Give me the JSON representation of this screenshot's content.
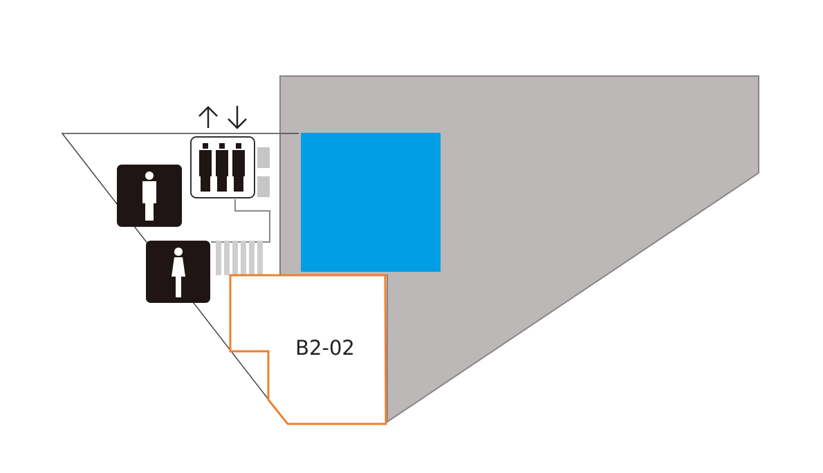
{
  "map": {
    "floor_area_color": "#bcb8b7",
    "highlight_color": "#009fe3",
    "selected_outline_color": "#ee7f2d",
    "units": [
      {
        "id": "B2-02",
        "label": "B2-02",
        "selected": true
      }
    ],
    "facilities": [
      {
        "name": "elevator",
        "icon": "elevator-icon",
        "arrows": [
          "up-arrow",
          "down-arrow"
        ]
      },
      {
        "name": "mens-restroom",
        "icon": "male-restroom-icon"
      },
      {
        "name": "womens-restroom",
        "icon": "female-restroom-icon"
      },
      {
        "name": "stairs",
        "icon": "stairs-icon"
      }
    ]
  }
}
